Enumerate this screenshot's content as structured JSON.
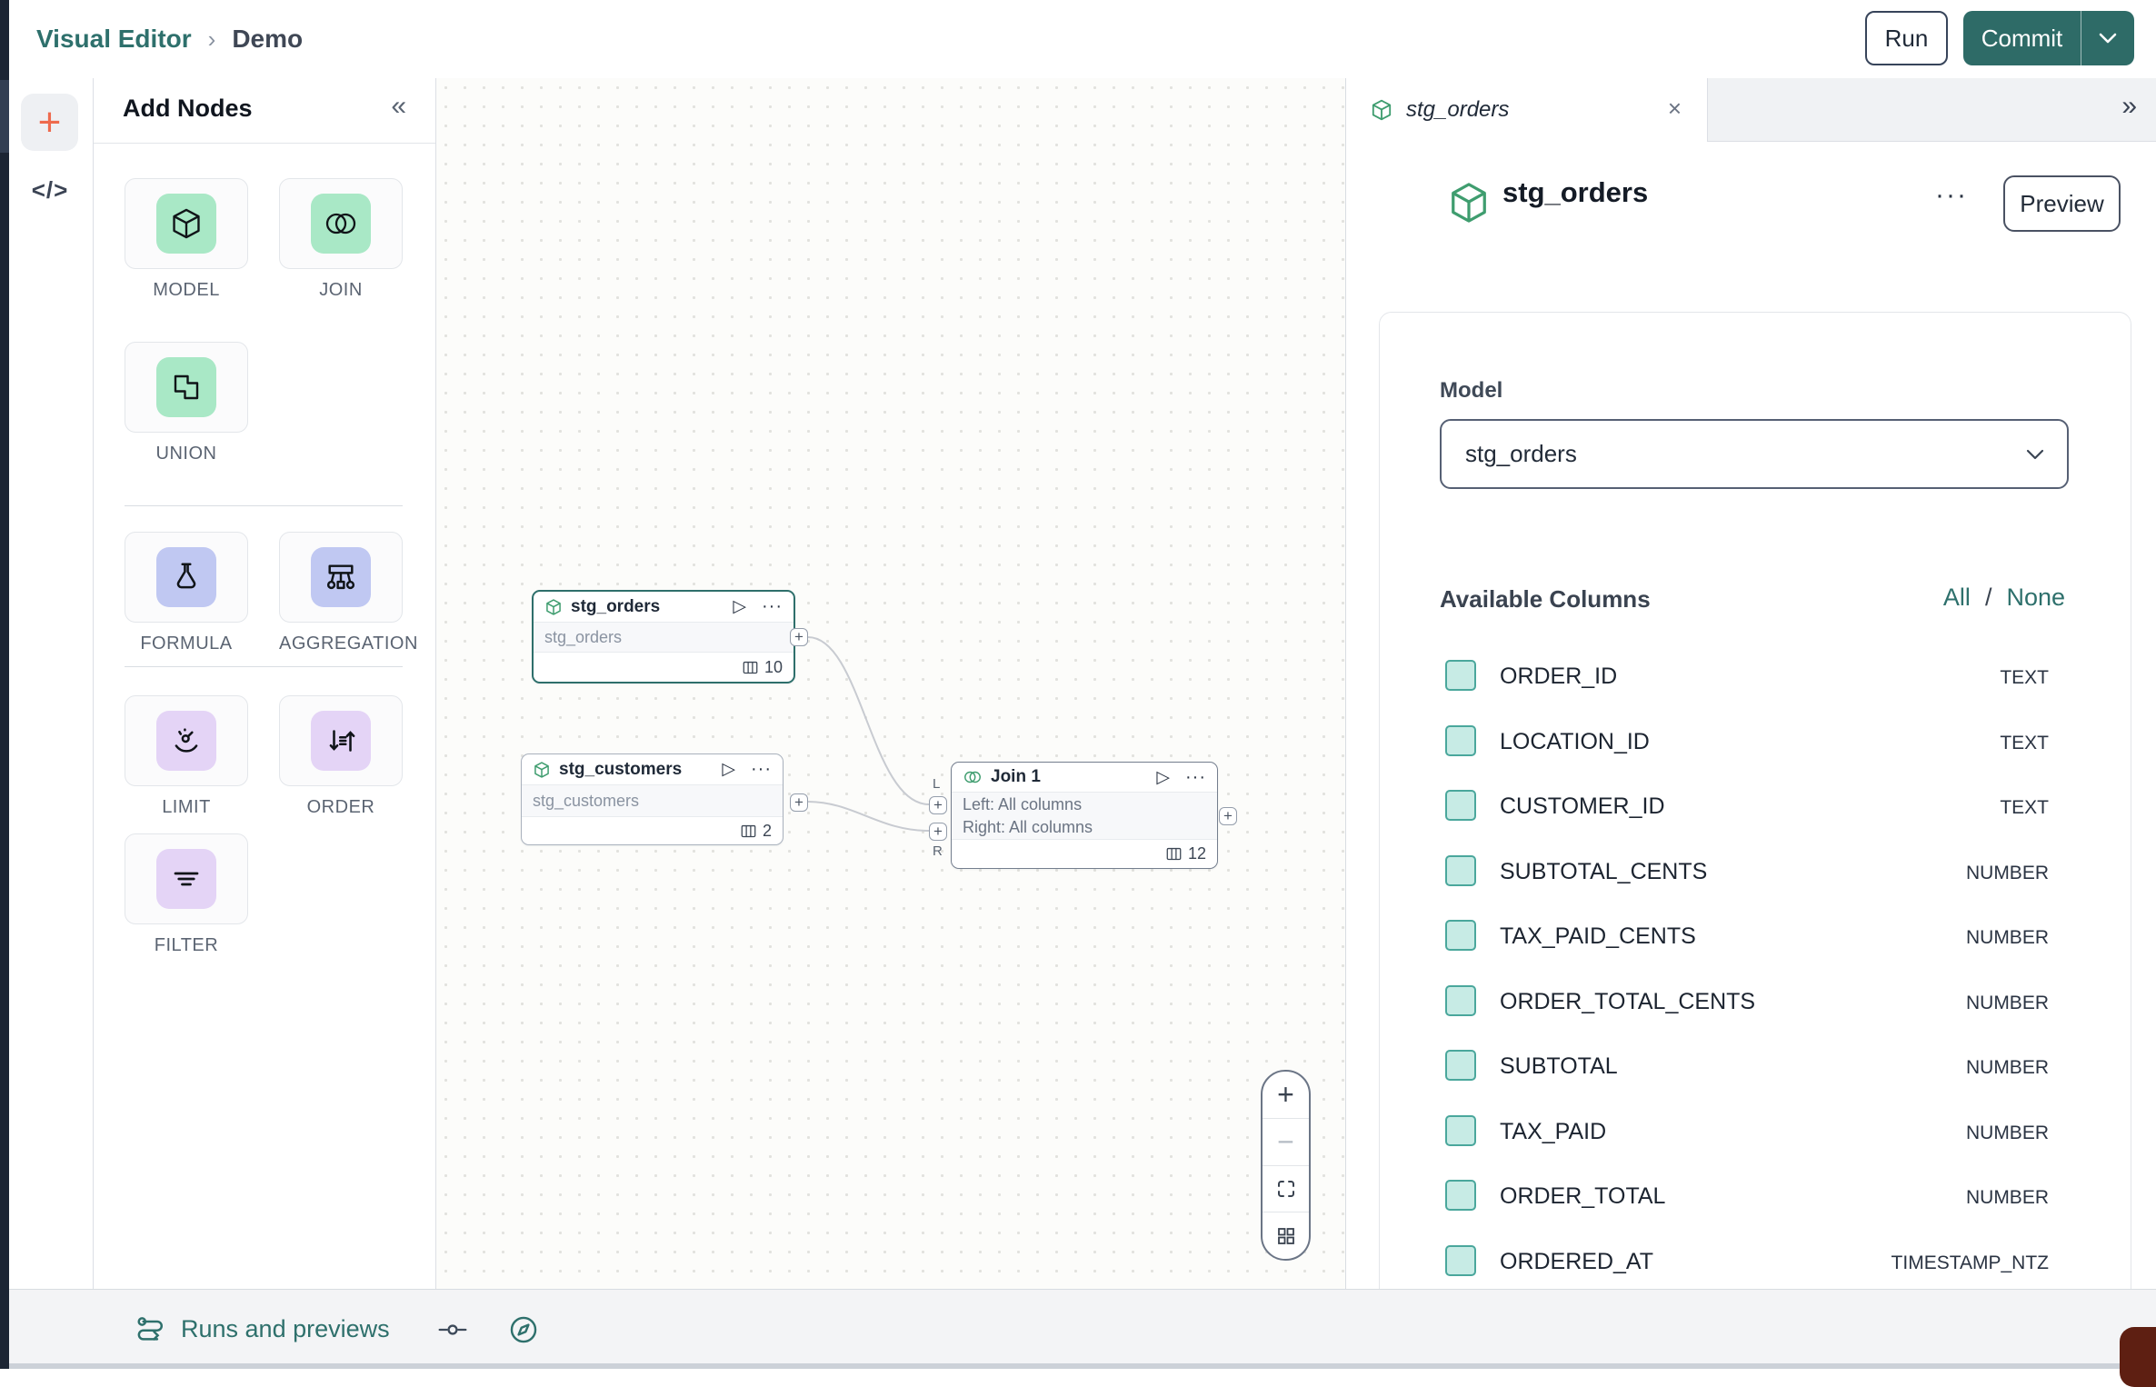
{
  "icons": {
    "plus": "+",
    "minus": "−",
    "collapse": "«",
    "expand": "»",
    "close": "×",
    "ellipsis": "···",
    "play": "▷",
    "breadcrumb_sep": "›",
    "code": "</>"
  },
  "header": {
    "breadcrumb_root": "Visual Editor",
    "breadcrumb_current": "Demo",
    "run_label": "Run",
    "commit_label": "Commit"
  },
  "add_nodes": {
    "title": "Add Nodes",
    "tiles": [
      {
        "label": "MODEL"
      },
      {
        "label": "JOIN"
      },
      {
        "label": "UNION"
      },
      {
        "label": "FORMULA"
      },
      {
        "label": "AGGREGATION"
      },
      {
        "label": "LIMIT"
      },
      {
        "label": "ORDER"
      },
      {
        "label": "FILTER"
      }
    ]
  },
  "canvas": {
    "stg_orders": {
      "title": "stg_orders",
      "model_ref": "stg_orders",
      "column_count": "10"
    },
    "stg_customers": {
      "title": "stg_customers",
      "model_ref": "stg_customers",
      "column_count": "2"
    },
    "join": {
      "title": "Join 1",
      "left_desc": "Left: All columns",
      "right_desc": "Right: All columns",
      "column_count": "12",
      "left_port": "L",
      "right_port": "R"
    }
  },
  "inspector": {
    "tab_title": "stg_orders",
    "title": "stg_orders",
    "preview_label": "Preview",
    "model_label": "Model",
    "model_value": "stg_orders",
    "columns_label": "Available Columns",
    "select_all": "All",
    "select_sep": "/",
    "select_none": "None",
    "columns": [
      {
        "name": "ORDER_ID",
        "type": "TEXT"
      },
      {
        "name": "LOCATION_ID",
        "type": "TEXT"
      },
      {
        "name": "CUSTOMER_ID",
        "type": "TEXT"
      },
      {
        "name": "SUBTOTAL_CENTS",
        "type": "NUMBER"
      },
      {
        "name": "TAX_PAID_CENTS",
        "type": "NUMBER"
      },
      {
        "name": "ORDER_TOTAL_CENTS",
        "type": "NUMBER"
      },
      {
        "name": "SUBTOTAL",
        "type": "NUMBER"
      },
      {
        "name": "TAX_PAID",
        "type": "NUMBER"
      },
      {
        "name": "ORDER_TOTAL",
        "type": "NUMBER"
      },
      {
        "name": "ORDERED_AT",
        "type": "TIMESTAMP_NTZ"
      }
    ]
  },
  "status_bar": {
    "runs_label": "Runs and previews"
  },
  "colors": {
    "brand_teal": "#2E706C",
    "commit_button": "#2E6B67",
    "tile_green": "#A9E8C6",
    "tile_periwinkle": "#C0C8F2",
    "tile_lavender": "#E4D4F6",
    "checkbox_fill": "#C7EBE5",
    "checkbox_border": "#4AA79C",
    "accent_orange": "#EE6A4D",
    "node_icon_green": "#3F9D6F",
    "corner_widget": "#5E1F12"
  }
}
